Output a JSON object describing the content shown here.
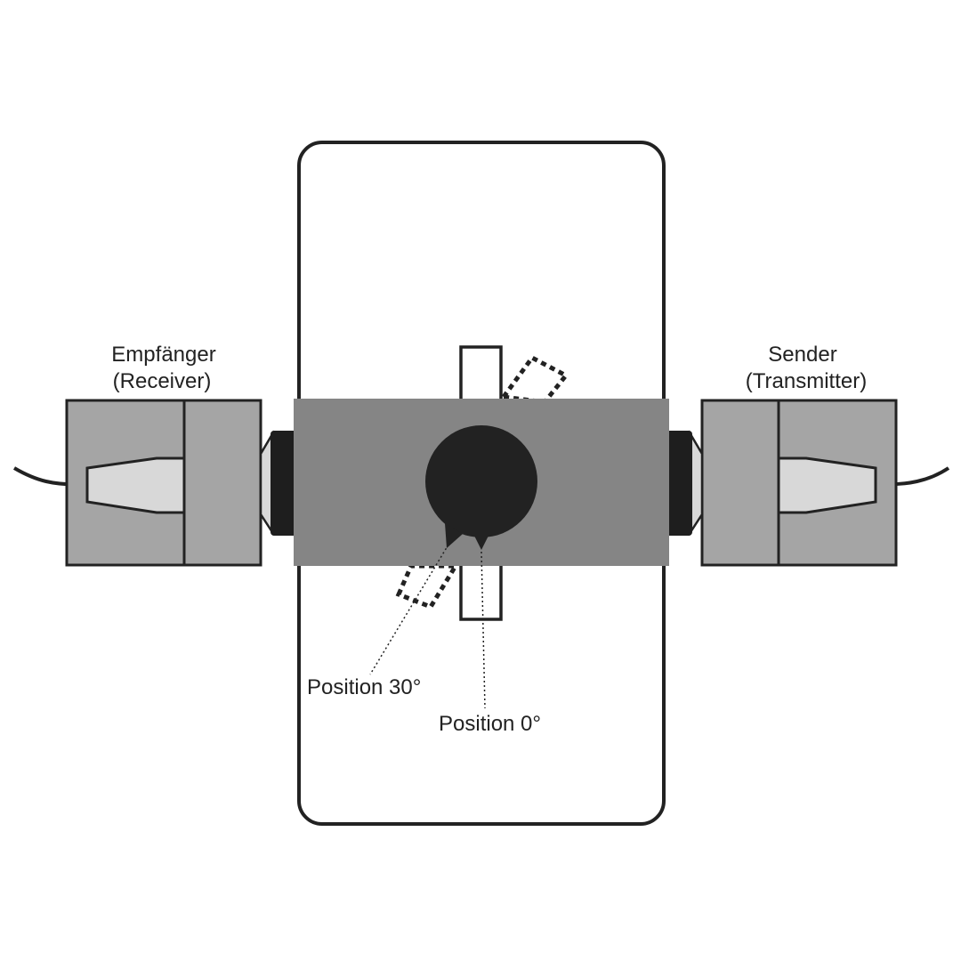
{
  "labels": {
    "receiver_line1": "Empfänger",
    "receiver_line2": "(Receiver)",
    "transmitter_line1": "Sender",
    "transmitter_line2": "(Transmitter)",
    "position_30": "Position 30°",
    "position_0": "Position 0°"
  },
  "colors": {
    "outline": "#222222",
    "center_band": "#858585",
    "module_body": "#a5a5a5",
    "lens": "#d8d8d8",
    "knob": "#222222",
    "background": "#ffffff"
  },
  "rotation": {
    "marked_angles_deg": [
      0,
      30
    ]
  }
}
